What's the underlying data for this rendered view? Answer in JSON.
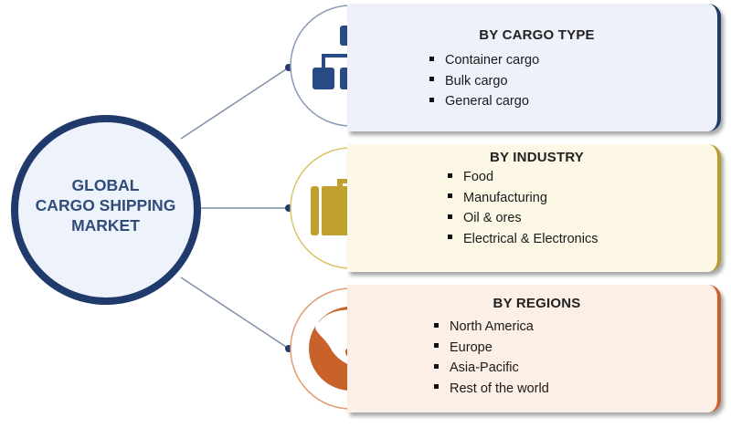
{
  "center": {
    "line1": "GLOBAL",
    "line2": "CARGO SHIPPING",
    "line3": "MARKET"
  },
  "segments": [
    {
      "title": "BY CARGO TYPE",
      "icon": "hierarchy-icon",
      "items": [
        "Container cargo",
        "Bulk cargo",
        "General cargo"
      ]
    },
    {
      "title": "BY INDUSTRY",
      "icon": "briefcase-icon",
      "items": [
        "Food",
        "Manufacturing",
        "Oil & ores",
        "Electrical & Electronics"
      ]
    },
    {
      "title": "BY REGIONS",
      "icon": "globe-icon",
      "items": [
        "North America",
        "Europe",
        "Asia-Pacific",
        "Rest of the world"
      ]
    }
  ],
  "colors": {
    "navy": "#1f3a6b",
    "gold": "#b79b2d",
    "orange": "#c9622a",
    "center_text": "#2f4c7a"
  }
}
